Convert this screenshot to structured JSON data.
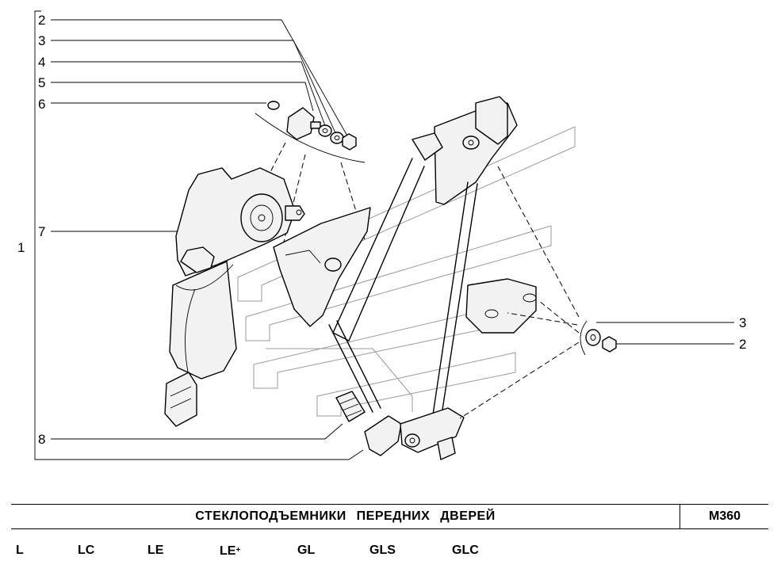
{
  "callouts": {
    "c1": "1",
    "c2_top": "2",
    "c3_top": "3",
    "c4": "4",
    "c5": "5",
    "c6": "6",
    "c7": "7",
    "c8": "8",
    "c3_right": "3",
    "c2_right": "2"
  },
  "title": "СТЕКЛОПОДЪЕМНИКИ ПЕРЕДНИХ ДВЕРЕЙ",
  "code": "М360",
  "trims": [
    "L",
    "LC",
    "LE",
    "LE",
    "GL",
    "GLS",
    "GLC"
  ],
  "trim_le_plus_mark": "+"
}
